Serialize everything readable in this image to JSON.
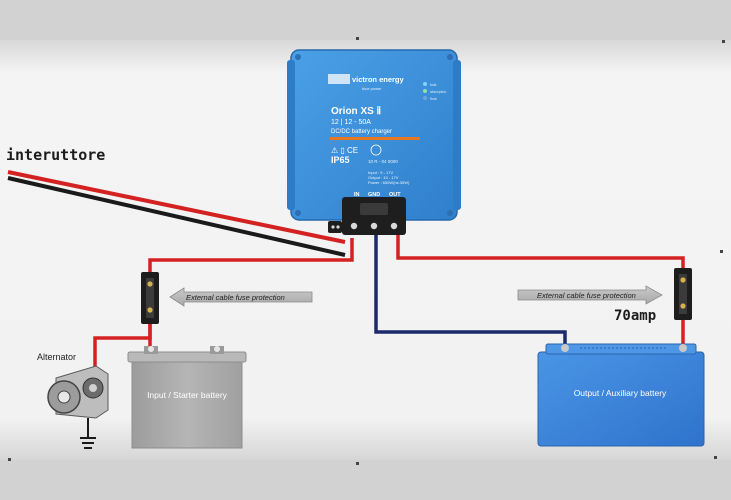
{
  "device": {
    "brand": "victron energy",
    "brand_sub": "blue power",
    "model": "Orion XS ⅱ",
    "rating": "12 | 12 - 50A",
    "subtitle": "DC/DC battery charger",
    "ip": "IP65",
    "cert": "10 R - 04 0000",
    "status_leds": [
      "bulk",
      "absorption",
      "float"
    ],
    "spec_lines": [
      "Input    : 9 - 17V",
      "Output   : 10 - 17V",
      "Power    : 650W(hs:35W)"
    ],
    "terminals": [
      "IN",
      "GND",
      "OUT"
    ]
  },
  "labels": {
    "switch": "interuttore",
    "alternator": "Alternator",
    "input_battery": "Input / Starter battery",
    "output_battery": "Output / Auxiliary battery",
    "fuse_left": "External cable fuse protection",
    "fuse_right": "External cable fuse protection",
    "fuse_amp": "70amp"
  },
  "colors": {
    "wire_positive": "#d42222",
    "wire_negative": "#1a1a1a",
    "wire_ground": "#1a2a6a",
    "device_blue": "#3a8fd6",
    "aux_battery": "#3b86dc",
    "starter_battery": "#a9a9a9"
  }
}
